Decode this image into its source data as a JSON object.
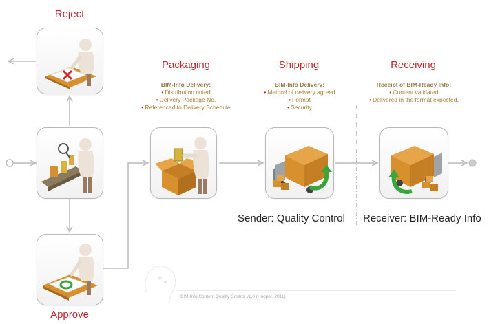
{
  "stages": {
    "reject": {
      "title": "Reject"
    },
    "approve": {
      "title": "Approve"
    },
    "packaging": {
      "title": "Packaging",
      "heading": "BIM-Info Delivery:",
      "items": [
        "Distribution noted",
        "Delivery Package No.",
        "Referenced to Delivery Schedule"
      ]
    },
    "shipping": {
      "title": "Shipping",
      "heading": "BIM-Info Delivery:",
      "items": [
        "Method of delivery agreed",
        "Format",
        "Security"
      ]
    },
    "receiving": {
      "title": "Receiving",
      "heading": "Receipt of BIM-Ready Info:",
      "items": [
        "Content validated",
        "Delivered in the format expected."
      ]
    }
  },
  "roles": {
    "sender": "Sender: Quality Control",
    "receiver": "Receiver: BIM-Ready Info"
  },
  "footer": {
    "credit": "BIM-Info Content Quality Control v1.0 (Hooper, 2011)"
  },
  "colors": {
    "title_red": "#c0282d",
    "connector_gray": "#bbbbbb",
    "note_text": "#a77f3a",
    "box_orange": "#d8902e",
    "return_arrow_green": "#3aa53a"
  },
  "icons": {
    "reject": "worker-reject-icon",
    "inspect": "worker-inspect-icon",
    "approve": "worker-approve-icon",
    "packaging": "worker-packaging-icon",
    "shipping": "truck-shipping-icon",
    "receiving": "truck-receiving-icon"
  }
}
